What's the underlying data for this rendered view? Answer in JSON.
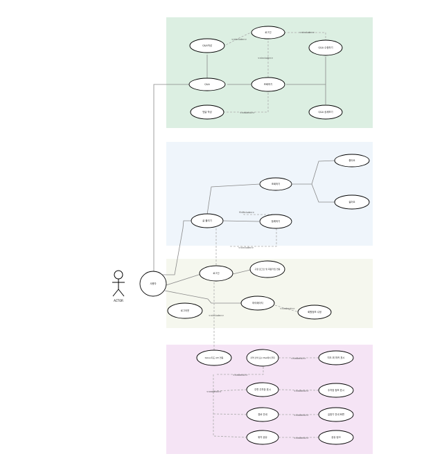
{
  "diagram": {
    "type": "use-case diagram",
    "actor_label": "ACTOR",
    "colors": {
      "pkg_qna": "#dcefe2",
      "pkg_post": "#eff5fb",
      "pkg_login": "#f5f7ee",
      "pkg_map": "#f5e4f5",
      "stroke": "#000000",
      "connector": "#888888",
      "dashed": "#aaaaaa"
    },
    "nodes": {
      "user": "사용자",
      "qna_write": "Q&A작성",
      "qna": "Q&A",
      "qna_login": "로그인",
      "qna_delete": "Q&A 수정하기",
      "qna_view": "조회하기",
      "qna_detail": "Q&A 상세보기",
      "qna_comment": "댓글 작성",
      "post_view": "조회하기",
      "post_like": "좋아요",
      "post_dislike": "싫어요",
      "post_write": "글 올리기",
      "post_register": "등록하기",
      "login": "로그인",
      "login_social": "구글 로그인 및 회원가입 연동",
      "mypage": "마이페이지",
      "mypage_edit": "회원정보 수정",
      "logout": "로그아웃",
      "map_api": "Kakao지도 API 연동",
      "map_search": "지역 검색 또는 Map에서 클릭",
      "map_marker": "지도 위 마커 표시",
      "map_parking": "주변 주차장 표시",
      "map_parking_info": "주차장 정보 표시",
      "map_route": "경로 안내",
      "map_route_info": "길찾기 안내 화면",
      "map_share": "위치 공유",
      "map_share_link": "공유 링크"
    },
    "stereotypes": {
      "include": "<<include>>",
      "extend": "<<extend>>"
    }
  }
}
